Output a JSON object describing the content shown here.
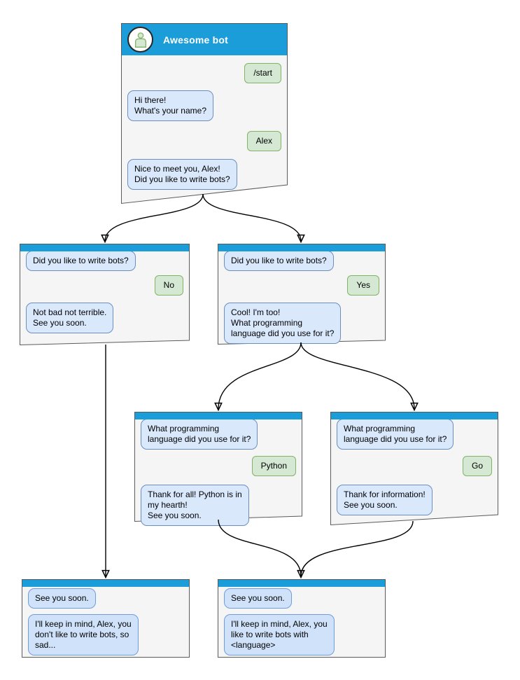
{
  "colors": {
    "titlebar_blue": "#1b9dd9",
    "window_body": "#f5f5f5",
    "window_border": "#5b5b5b",
    "bot_bubble_fill": "#dae8fc",
    "bot_bubble_border": "#6c8ebf",
    "bot_bubble_fill_end": "#cfe2f9",
    "bot_bubble_border_end": "#6f9ddc",
    "user_bubble_fill": "#d5e8d4",
    "user_bubble_border": "#82b366",
    "connector": "#000000"
  },
  "diagram": {
    "main": {
      "title": "Awesome bot",
      "messages": [
        {
          "from": "user",
          "text": "/start"
        },
        {
          "from": "bot",
          "text": "Hi there!\nWhat's your name?"
        },
        {
          "from": "user",
          "text": "Alex"
        },
        {
          "from": "bot",
          "text": "Nice to meet you, Alex!\nDid you like to write bots?"
        }
      ]
    },
    "no_branch": {
      "messages": [
        {
          "from": "bot",
          "text": "Did you like to write bots?"
        },
        {
          "from": "user",
          "text": "No"
        },
        {
          "from": "bot",
          "text": "Not bad not terrible.\nSee you soon."
        }
      ]
    },
    "yes_branch": {
      "messages": [
        {
          "from": "bot",
          "text": "Did you like to write bots?"
        },
        {
          "from": "user",
          "text": "Yes"
        },
        {
          "from": "bot",
          "text": "Cool! I'm too!\nWhat programming\nlanguage did you use for it?"
        }
      ]
    },
    "python_branch": {
      "messages": [
        {
          "from": "bot",
          "text": "What programming\nlanguage did you use for it?"
        },
        {
          "from": "user",
          "text": "Python"
        },
        {
          "from": "bot",
          "text": "Thank for all! Python is in\nmy hearth!\nSee you soon."
        }
      ]
    },
    "go_branch": {
      "messages": [
        {
          "from": "bot",
          "text": "What programming\nlanguage did you use for it?"
        },
        {
          "from": "user",
          "text": "Go"
        },
        {
          "from": "bot",
          "text": "Thank for information!\nSee you soon."
        }
      ]
    },
    "end_no": {
      "messages": [
        {
          "from": "bot",
          "text": "See you soon."
        },
        {
          "from": "bot",
          "text": "I'll keep in mind, Alex, you\ndon't like to write bots, so\nsad..."
        }
      ]
    },
    "end_language": {
      "messages": [
        {
          "from": "bot",
          "text": "See you soon."
        },
        {
          "from": "bot",
          "text": "I'll keep in mind, Alex, you\nlike to write bots with\n<language>"
        }
      ]
    }
  }
}
